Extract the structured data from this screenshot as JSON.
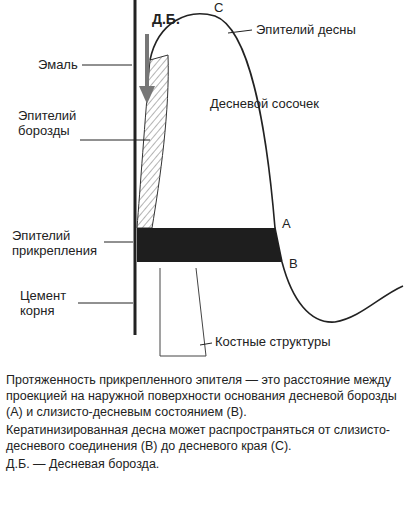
{
  "diagram": {
    "caption": "Протяженность прикрепленного эпителя — это расстояние между проекцией на наружной поверхности основания десневой борозды (А) и слизисто-десневым состоянием (В).",
    "labels": [
      "Д.Б.",
      "С",
      "Эмаль",
      "Эпителий десны",
      "Эпителий борозды",
      "Десневой сосочек",
      "Эпителий прикрепления",
      "А",
      "В",
      "Цемент корня",
      "Костные структуры",
      "Кератинизированная десна может распространяться от слизисто-десневого соединения (В) до десневого края (С).",
      "Д.Б. — Десневая борозда."
    ]
  }
}
